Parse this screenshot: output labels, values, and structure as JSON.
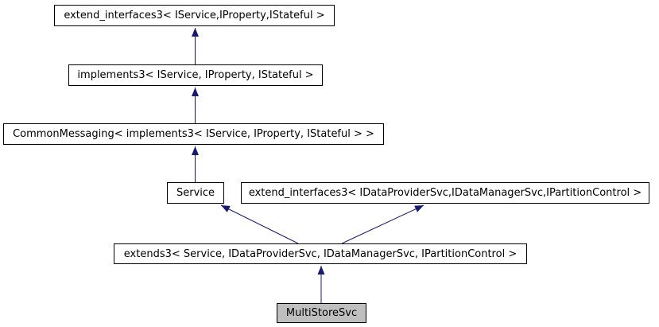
{
  "diagram": {
    "kind": "class-inheritance-graph",
    "background_color": "#ffffff",
    "node_border_color": "#000000",
    "node_fill_color": "#ffffff",
    "current_node_fill_color": "#bfbfbf",
    "edge_color": "#191970",
    "nodes": [
      {
        "id": "extend_interfaces3_iservice",
        "label": "extend_interfaces3< IService,IProperty,IStateful >",
        "current": false
      },
      {
        "id": "implements3",
        "label": "implements3< IService, IProperty, IStateful >",
        "current": false
      },
      {
        "id": "common_messaging",
        "label": "CommonMessaging< implements3< IService, IProperty, IStateful > >",
        "current": false
      },
      {
        "id": "service",
        "label": "Service",
        "current": false
      },
      {
        "id": "extend_interfaces3_idataprovider",
        "label": "extend_interfaces3< IDataProviderSvc,IDataManagerSvc,IPartitionControl >",
        "current": false
      },
      {
        "id": "extends3",
        "label": "extends3< Service, IDataProviderSvc, IDataManagerSvc, IPartitionControl >",
        "current": false
      },
      {
        "id": "multistoresvc",
        "label": "MultiStoreSvc",
        "current": true
      }
    ],
    "edges": [
      {
        "from": "implements3",
        "to": "extend_interfaces3_iservice",
        "type": "inheritance"
      },
      {
        "from": "common_messaging",
        "to": "implements3",
        "type": "inheritance"
      },
      {
        "from": "service",
        "to": "common_messaging",
        "type": "inheritance"
      },
      {
        "from": "extends3",
        "to": "service",
        "type": "inheritance"
      },
      {
        "from": "extends3",
        "to": "extend_interfaces3_idataprovider",
        "type": "inheritance"
      },
      {
        "from": "multistoresvc",
        "to": "extends3",
        "type": "inheritance"
      }
    ]
  }
}
